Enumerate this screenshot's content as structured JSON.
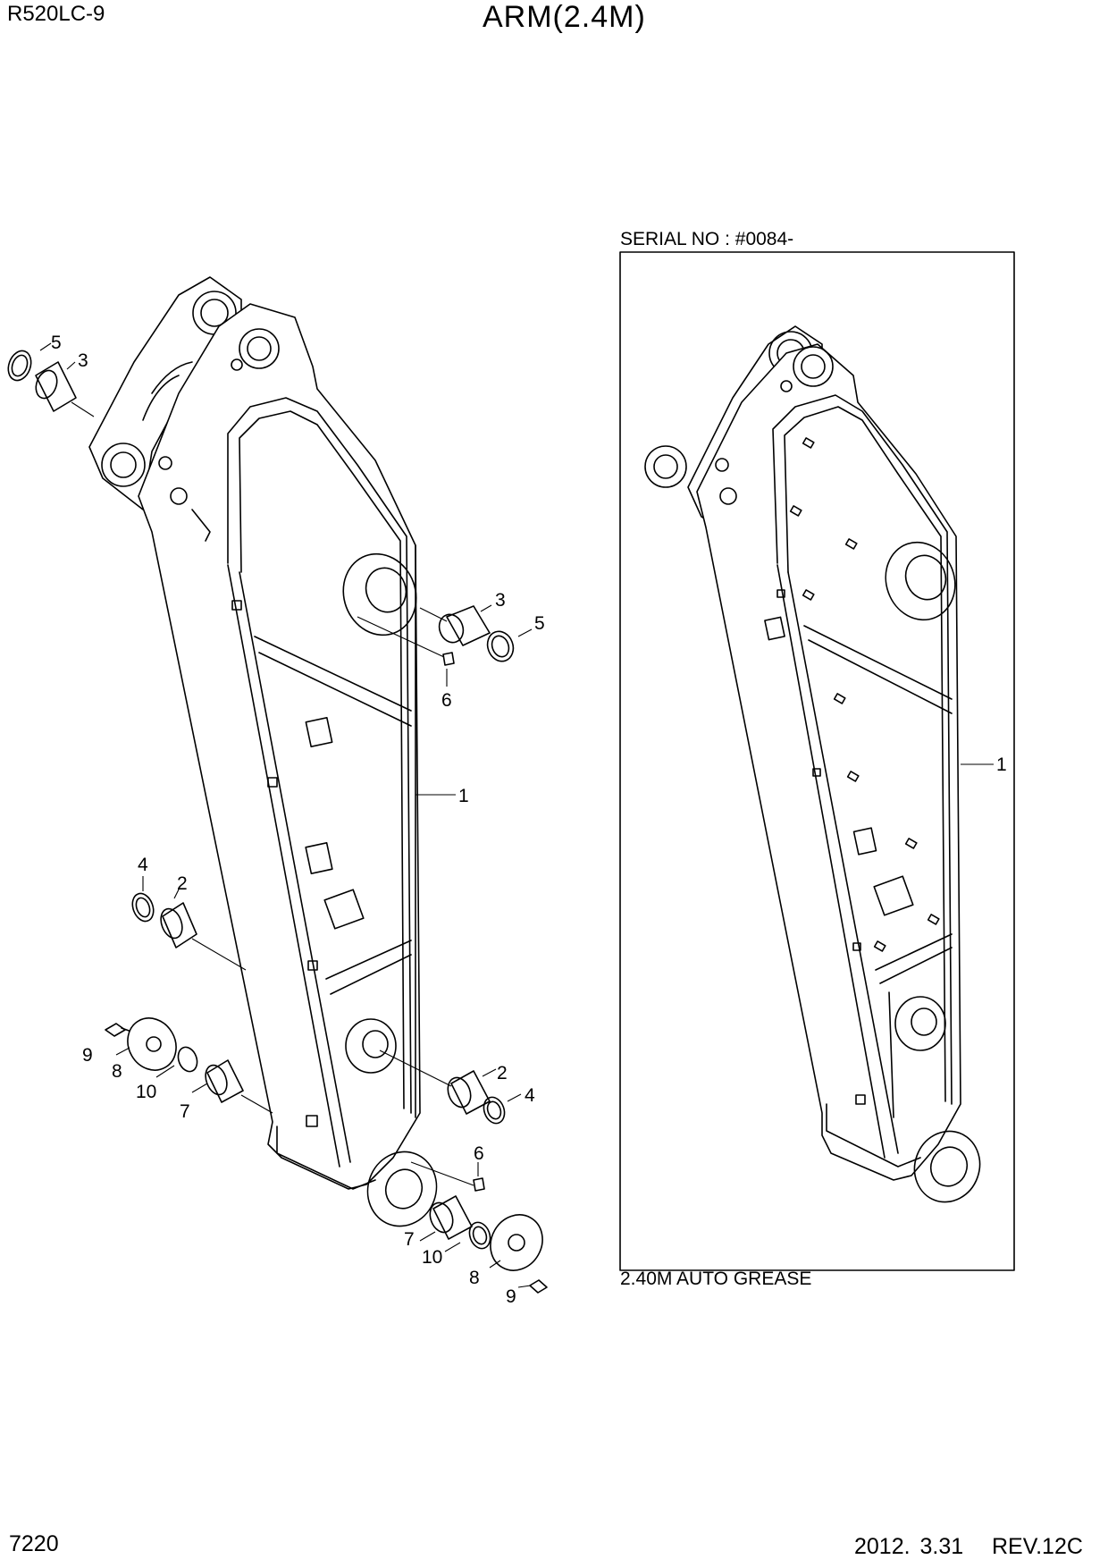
{
  "header": {
    "model": "R520LC-9",
    "title": "ARM(2.4M)"
  },
  "variant": {
    "serial_label": "SERIAL NO : #0084-",
    "caption": "2.40M AUTO GREASE"
  },
  "footer": {
    "page_number": "7220",
    "date": "2012. 3.31",
    "revision": "REV.12C"
  },
  "callouts": {
    "left_top_ring": "5",
    "left_top_bushing": "3",
    "mid_bushing": "3",
    "mid_ring": "5",
    "mid_fitting": "6",
    "arm_body": "1",
    "upper_ring": "4",
    "upper_bushing": "2",
    "lower_left_bolt": "9",
    "lower_left_plate": "8",
    "lower_left_shim": "10",
    "lower_left_bushing": "7",
    "lower_bushing": "2",
    "lower_ring": "4",
    "bottom_fitting": "6",
    "bottom_bushing": "7",
    "bottom_shim": "10",
    "bottom_plate": "8",
    "bottom_bolt": "9",
    "variant_arm_body": "1"
  }
}
